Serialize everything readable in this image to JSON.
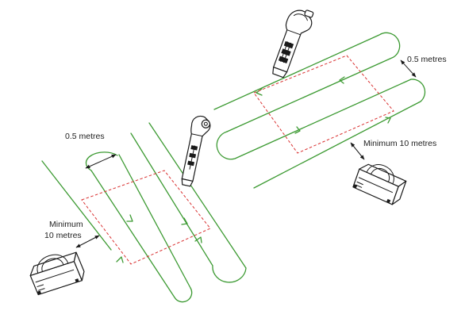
{
  "labels": {
    "spacing_top": "0.5 metres",
    "spacing_left": "0.5 metres",
    "min_distance_right": "Minimum 10 metres",
    "min_distance_left_line1": "Minimum",
    "min_distance_left_line2": "10 metres"
  },
  "colors": {
    "search_path": "#3c9a32",
    "search_area": "#d93030",
    "outline": "#1a1a1a"
  },
  "icons": {
    "receiver": "locator-receiver-icon",
    "transmitter": "signal-transmitter-icon"
  }
}
